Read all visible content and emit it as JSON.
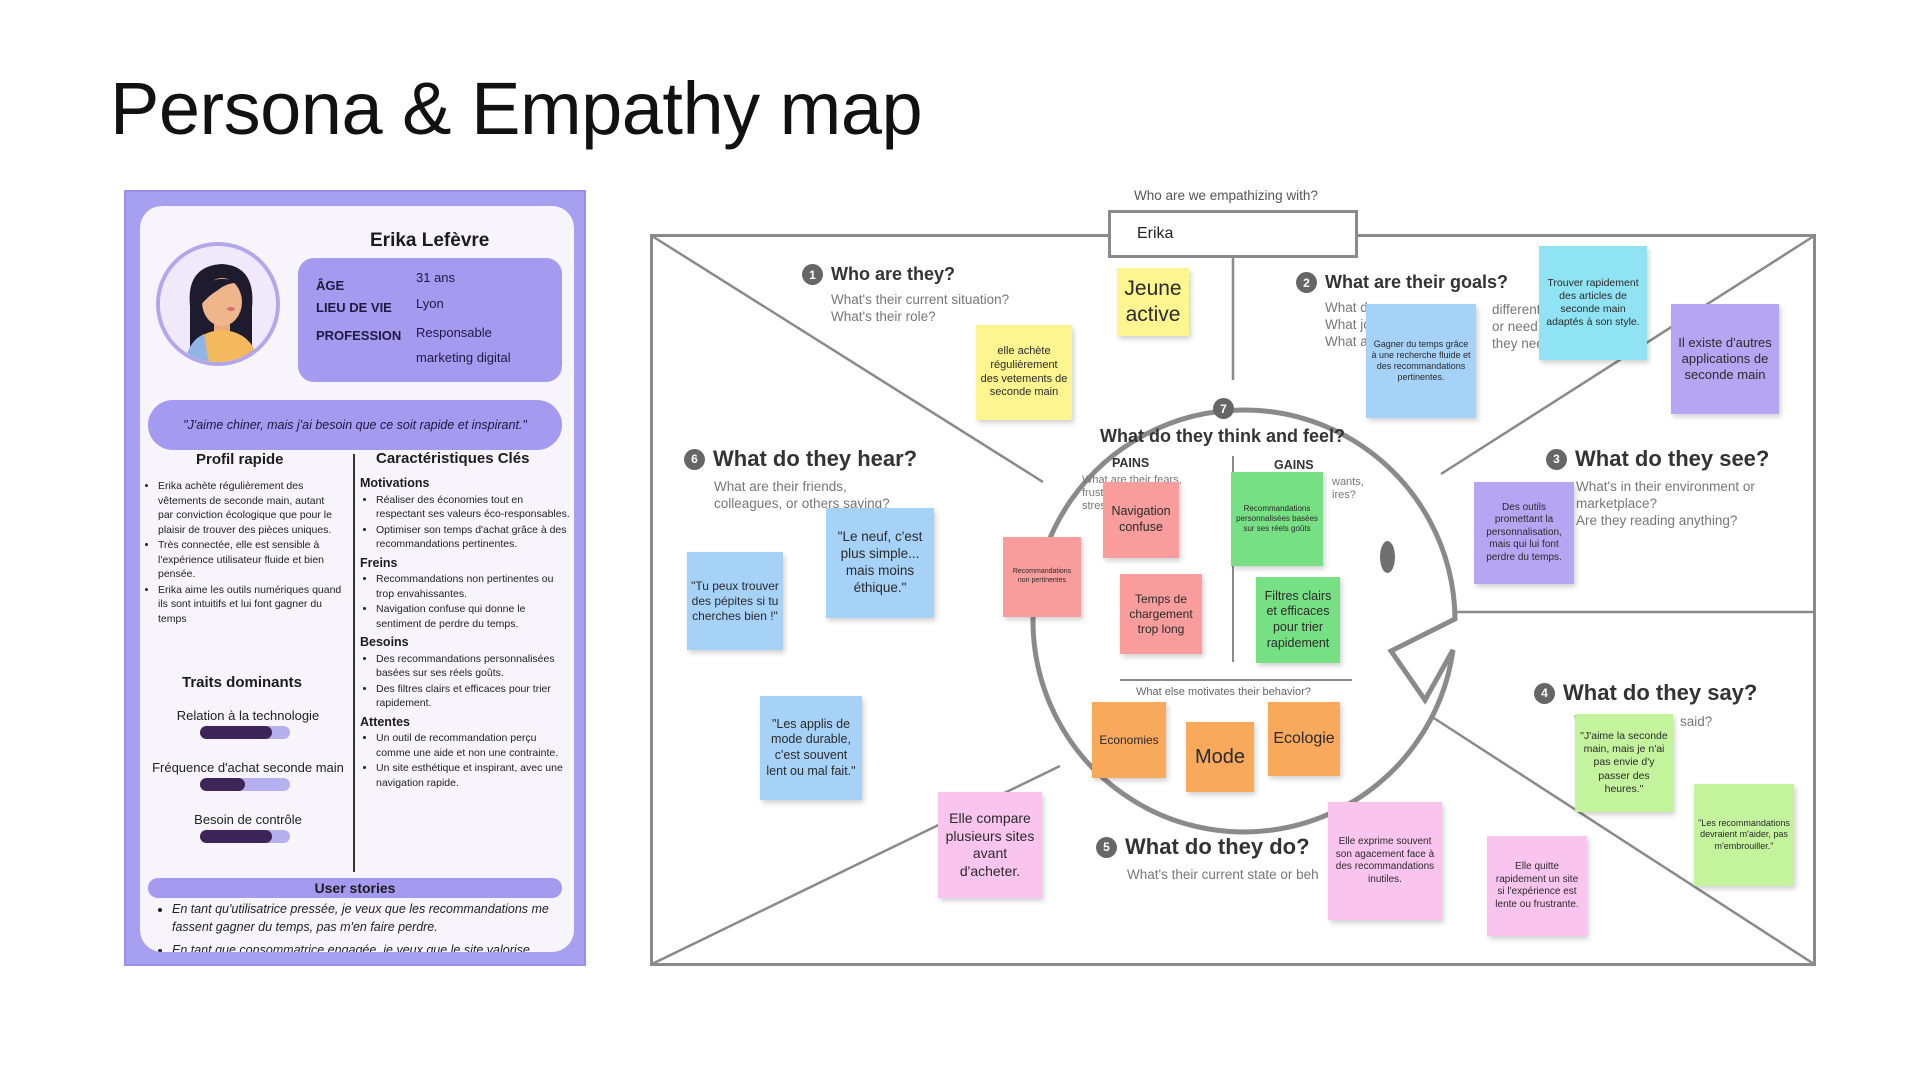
{
  "page_title": "Persona & Empathy map",
  "persona": {
    "name": "Erika Lefèvre",
    "info": [
      {
        "label": "ÂGE",
        "value": "31 ans"
      },
      {
        "label": "LIEU DE VIE",
        "value": "Lyon"
      },
      {
        "label": "PROFESSION",
        "value": "Responsable marketing digital"
      }
    ],
    "quote": "\"J'aime chiner, mais j'ai besoin que ce soit rapide et inspirant.\"",
    "profil_title": "Profil rapide",
    "profil": [
      "Erika achète régulièrement des vêtements de seconde main, autant par conviction écologique que pour le plaisir de trouver des pièces uniques.",
      "Très connectée, elle est sensible à l'expérience utilisateur fluide et bien pensée.",
      "Erika aime les outils numériques quand ils sont intuitifs et lui font gagner du temps"
    ],
    "traits_title": "Traits dominants",
    "traits": [
      {
        "label": "Relation à la technologie",
        "value": 0.8
      },
      {
        "label": "Fréquence d'achat seconde main",
        "value": 0.5
      },
      {
        "label": "Besoin de contrôle",
        "value": 0.8
      }
    ],
    "carac_title": "Caractéristiques Clés",
    "carac": [
      {
        "heading": "Motivations",
        "items": [
          "Réaliser des économies tout en respectant ses valeurs éco-responsables.",
          "Optimiser son temps d'achat grâce à des recommandations pertinentes."
        ]
      },
      {
        "heading": "Freins",
        "items": [
          "Recommandations non pertinentes ou trop envahissantes.",
          "Navigation confuse qui donne le sentiment de perdre du temps."
        ]
      },
      {
        "heading": "Besoins",
        "items": [
          "Des recommandations personnalisées basées sur ses réels goûts.",
          "Des filtres clairs et efficaces pour trier rapidement."
        ]
      },
      {
        "heading": "Attentes",
        "items": [
          "Un outil de recommandation perçu comme une aide et non une contrainte.",
          "Un site esthétique et inspirant, avec une navigation rapide."
        ]
      }
    ],
    "user_stories_title": "User stories",
    "user_stories": [
      "En tant qu'utilisatrice pressée, je veux que les recommandations me fassent gagner du temps, pas m'en faire perdre.",
      "En tant que consommatrice engagée, je veux que le site valorise l'impact positif de mes achats pour renforcer ma motivation."
    ]
  },
  "empathy": {
    "who_label": "Who are we empathizing with?",
    "who_value": "Erika",
    "sections": {
      "s1": {
        "num": "1",
        "title": "Who are they?",
        "sub": [
          "What's their current situation?",
          "What's their role?"
        ]
      },
      "s2": {
        "num": "2",
        "title": "What are their goals?",
        "sub": [
          "What d",
          "What jo",
          "What a"
        ],
        "sub_right": [
          "different",
          "or need d",
          "they nee"
        ]
      },
      "s3": {
        "num": "3",
        "title": "What do they see?",
        "sub": [
          "What's in their environment or",
          "marketplace?",
          "Are they reading anything?"
        ]
      },
      "s4": {
        "num": "4",
        "title": "What do they say?",
        "sub": [
          "W"
        ],
        "sub_right": [
          "said?"
        ]
      },
      "s5": {
        "num": "5",
        "title": "What do they do?",
        "sub": [
          "What's their current state or beh"
        ]
      },
      "s6": {
        "num": "6",
        "title": "What do they hear?",
        "sub": [
          "What are their friends,",
          "colleagues, or others saying?"
        ]
      },
      "s7": {
        "num": "7",
        "title": "What do they think and feel?",
        "pains": "PAINS",
        "gains": "GAINS",
        "pains_sub": [
          "What are their fears,",
          "frust",
          "stres"
        ],
        "gains_sub": [
          "wants,",
          "ires?"
        ],
        "motivates": "What else motivates their behavior?"
      }
    },
    "stickies": {
      "jeune_active": "Jeune active",
      "elle_achete": "elle achète régulièrement des vetements de seconde main",
      "gagner_temps": "Gagner du temps grâce à une recherche fluide et des recommandations pertinentes.",
      "trouver": "Trouver rapidement des articles de seconde main adaptés à son style.",
      "autres_apps": "Il existe d'autres applications de seconde main",
      "outils": "Des outils promettant la personnalisation, mais qui lui font perdre du temps.",
      "jaime": "\"J'aime la seconde main, mais je n'ai pas envie d'y passer des heures.\"",
      "les_reco": "\"Les recommandations devraient m'aider, pas m'embrouiller.\"",
      "quitte": "Elle quitte rapidement un site si l'expérience est lente ou frustrante.",
      "agacement": "Elle exprime souvent son agacement face à des recommandations inutiles.",
      "compare": "Elle compare plusieurs sites avant d'acheter.",
      "applis": "\"Les applis de mode durable, c'est souvent lent ou mal fait.\"",
      "pepites": "\"Tu peux trouver des pépites si tu cherches bien !\"",
      "neuf": "\"Le neuf, c'est plus simple... mais moins éthique.\"",
      "reco_non": "Recommandations non pertinentes",
      "navigation": "Navigation confuse",
      "chargement": "Temps de chargement trop long",
      "reco_perso": "Recommandations personnalisées basées sur ses réels goûts",
      "filtres": "Filtres clairs et efficaces pour trier rapidement",
      "economies": "Economies",
      "mode": "Mode",
      "ecologie": "Ecologie"
    }
  },
  "colors": {
    "lavender": "#a79ff0",
    "yellow": "#fdf58f",
    "blue": "#a7d2f8",
    "cyan": "#90e3f3",
    "purple": "#b4a6f2",
    "green": "#c4f39d",
    "pink": "#f9c5ef",
    "red": "#f89c9c",
    "orange": "#f9a95c",
    "bright_green": "#78e084"
  }
}
